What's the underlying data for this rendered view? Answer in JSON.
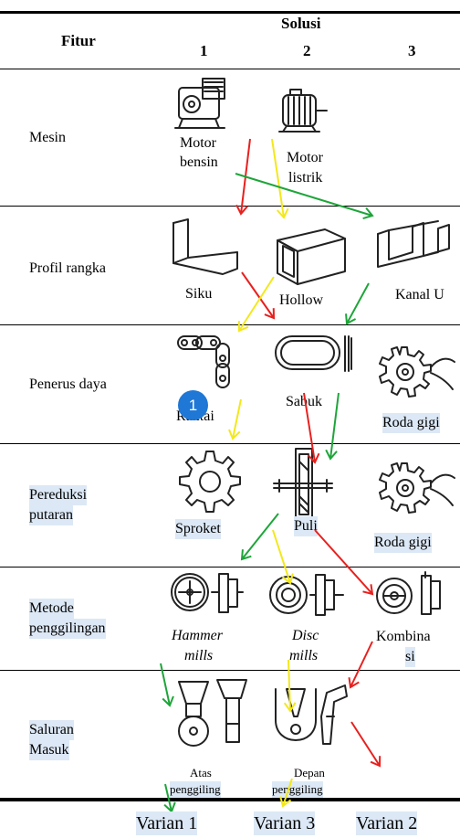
{
  "header": {
    "fitur": "Fitur",
    "solusi": "Solusi",
    "col1": "1",
    "col2": "2",
    "col3": "3"
  },
  "rows": {
    "mesin": {
      "label": "Mesin",
      "c1": [
        "Motor",
        "bensin"
      ],
      "c2": [
        "Motor",
        "listrik"
      ]
    },
    "profil": {
      "label": "Profil rangka",
      "c1": "Siku",
      "c2": "Hollow",
      "c3": "Kanal U"
    },
    "penerus": {
      "label": "Penerus daya",
      "c1": "Rantai",
      "c2": "Sabuk",
      "c3": "Roda gigi"
    },
    "pereduksi": {
      "label": [
        "Pereduksi",
        "putaran"
      ],
      "c1": "Sproket",
      "c2": "Puli",
      "c3": "Roda gigi"
    },
    "metode": {
      "label": [
        "Metode",
        "penggilingan"
      ],
      "c1": [
        "Hammer",
        "mills"
      ],
      "c2": [
        "Disc",
        "mills"
      ],
      "c3": [
        "Kombina",
        "si"
      ]
    },
    "saluran": {
      "label": [
        "Saluran",
        "Masuk"
      ],
      "c1": [
        "Atas",
        "penggiling"
      ],
      "c2": [
        "Depan",
        "penggiling"
      ]
    }
  },
  "variants": [
    "Varian 1",
    "Varian 3",
    "Varian 2"
  ],
  "badge": "1",
  "arrow_colors": {
    "red": "#e8201e",
    "yellow": "#f3e81b",
    "green": "#1ea53a"
  }
}
